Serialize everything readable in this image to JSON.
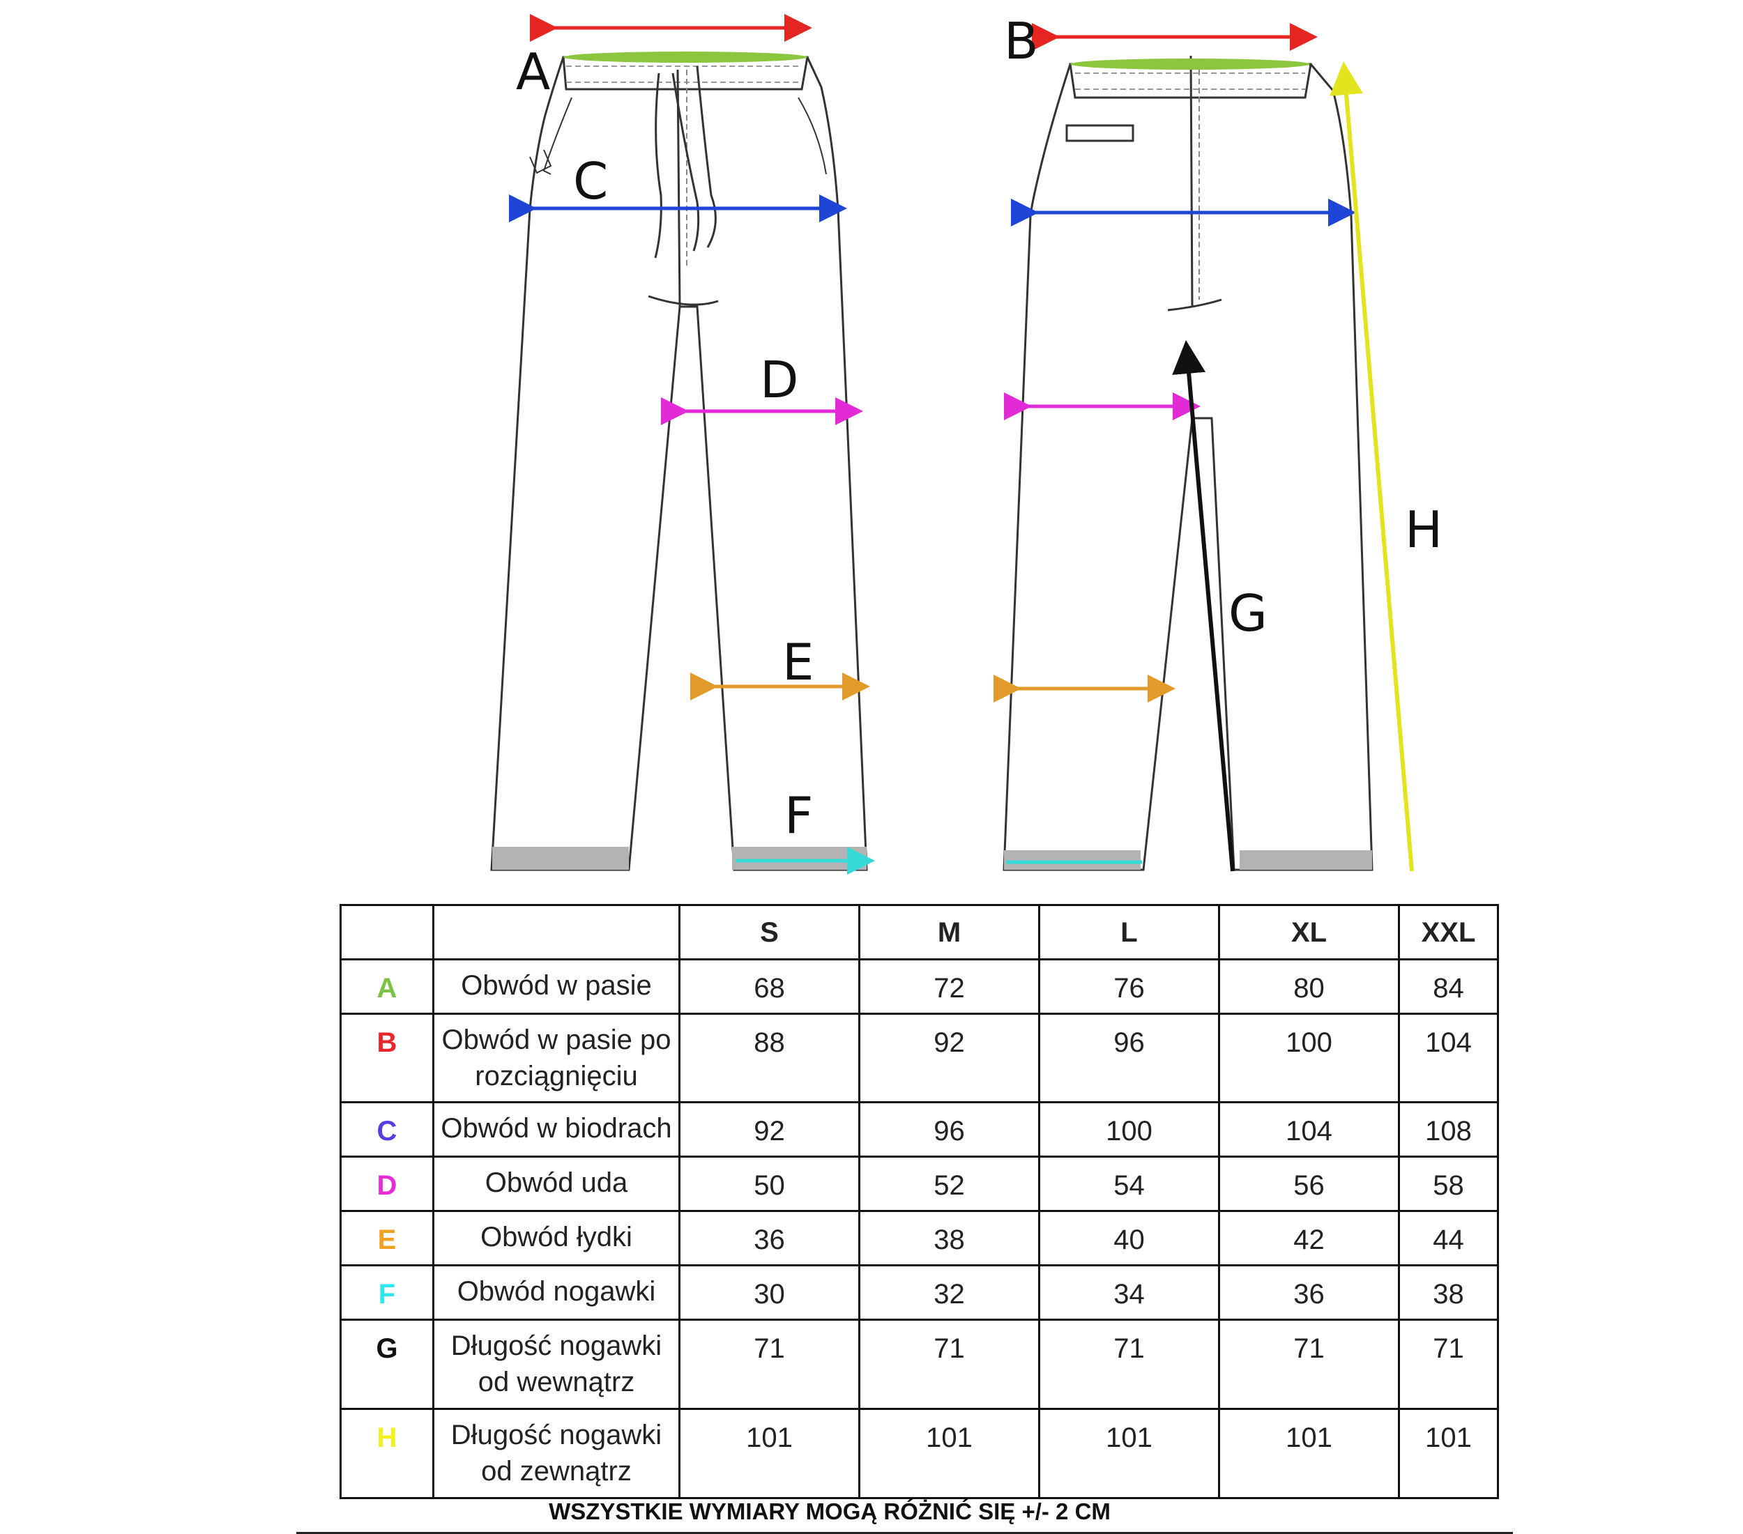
{
  "diagram": {
    "labels": [
      "A",
      "B",
      "C",
      "D",
      "E",
      "F",
      "G",
      "H"
    ]
  },
  "table": {
    "sizes": [
      "S",
      "M",
      "L",
      "XL",
      "XXL"
    ],
    "rows": [
      {
        "letter": "A",
        "color": "#7cc243",
        "label_lines": [
          "Obwód w pasie"
        ],
        "values": [
          "68",
          "72",
          "76",
          "80",
          "84"
        ]
      },
      {
        "letter": "B",
        "color": "#e8262a",
        "label_lines": [
          "Obwód w pasie po",
          "rozciągnięciu"
        ],
        "values": [
          "88",
          "92",
          "96",
          "100",
          "104"
        ]
      },
      {
        "letter": "C",
        "color": "#5a3ddc",
        "label_lines": [
          "Obwód w biodrach"
        ],
        "values": [
          "92",
          "96",
          "100",
          "104",
          "108"
        ]
      },
      {
        "letter": "D",
        "color": "#e72bd8",
        "label_lines": [
          "Obwód uda"
        ],
        "values": [
          "50",
          "52",
          "54",
          "56",
          "58"
        ]
      },
      {
        "letter": "E",
        "color": "#eea21f",
        "label_lines": [
          "Obwód łydki"
        ],
        "values": [
          "36",
          "38",
          "40",
          "42",
          "44"
        ]
      },
      {
        "letter": "F",
        "color": "#2ee6f0",
        "label_lines": [
          "Obwód nogawki"
        ],
        "values": [
          "30",
          "32",
          "34",
          "36",
          "38"
        ]
      },
      {
        "letter": "G",
        "color": "#111111",
        "label_lines": [
          "Długość nogawki",
          "od wewnątrz"
        ],
        "values": [
          "71",
          "71",
          "71",
          "71",
          "71"
        ]
      },
      {
        "letter": "H",
        "color": "#f4f01c",
        "label_lines": [
          "Długość nogawki",
          "od zewnątrz"
        ],
        "values": [
          "101",
          "101",
          "101",
          "101",
          "101"
        ]
      }
    ]
  },
  "colors": {
    "A": "#8cc63f",
    "B": "#e52521",
    "C": "#1f45d6",
    "D": "#e22ad6",
    "E": "#e29a2a",
    "F": "#35d9d6",
    "G": "#111111",
    "H": "#e3e41d",
    "hem": "#b3b3b3",
    "outline": "#333333"
  },
  "footnote": "WSZYSTKIE WYMIARY MOGĄ RÓŻNIĆ SIĘ +/- 2 CM"
}
